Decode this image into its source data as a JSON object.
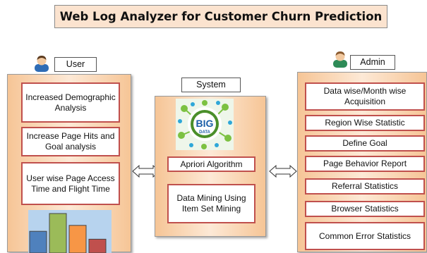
{
  "title": "Web Log Analyzer for Customer Churn Prediction",
  "user": {
    "label": "User",
    "items": [
      "Increased Demographic Analysis",
      "Increase Page Hits and  Goal analysis",
      "User wise Page Access Time and Flight Time"
    ]
  },
  "system": {
    "label": "System",
    "logo_text": [
      "BIG",
      "DATA"
    ],
    "items": [
      "Apriori Algorithm",
      "Data Mining Using Item Set Mining"
    ]
  },
  "admin": {
    "label": "Admin",
    "items": [
      "Data wise/Month wise Acquisition",
      "Region Wise Statistic",
      "Define Goal",
      "Page Behavior Report",
      "Referral Statistics",
      "Browser Statistics",
      "Common Error Statistics"
    ]
  },
  "bar_icon": {
    "bar_colors": [
      "#4f81bd",
      "#9bbb59",
      "#f79646",
      "#c0504d"
    ],
    "bar_levels": [
      0.55,
      1.0,
      0.7,
      0.35
    ]
  }
}
